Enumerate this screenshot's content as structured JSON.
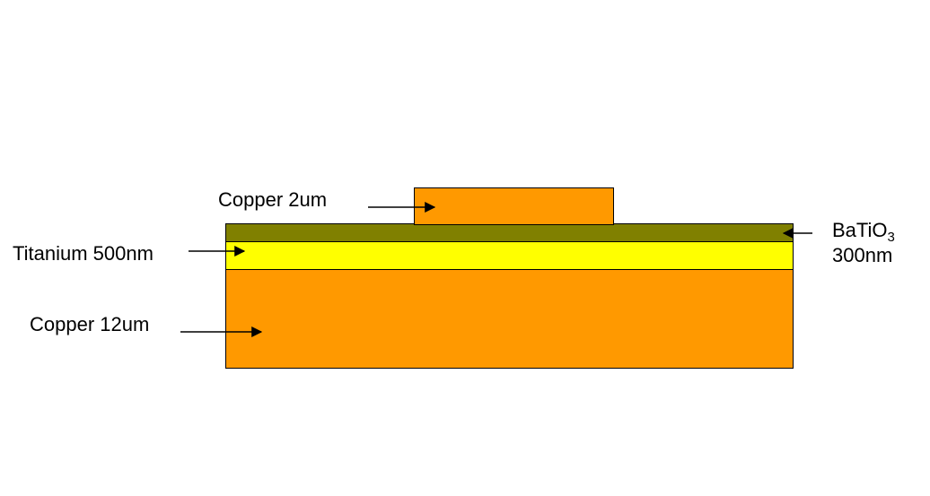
{
  "layers": {
    "top_copper": {
      "color": "#FF9900"
    },
    "batio3": {
      "color": "#808000"
    },
    "titanium": {
      "color": "#FFFF00"
    },
    "base_copper": {
      "color": "#FF9900"
    }
  },
  "labels": {
    "copper_2um": "Copper 2um",
    "titanium": "Titanium 500nm",
    "copper_12um": "Copper 12um",
    "batio3_formula_main": "BaTiO",
    "batio3_formula_sub": "3",
    "batio3_thickness": "300nm"
  }
}
